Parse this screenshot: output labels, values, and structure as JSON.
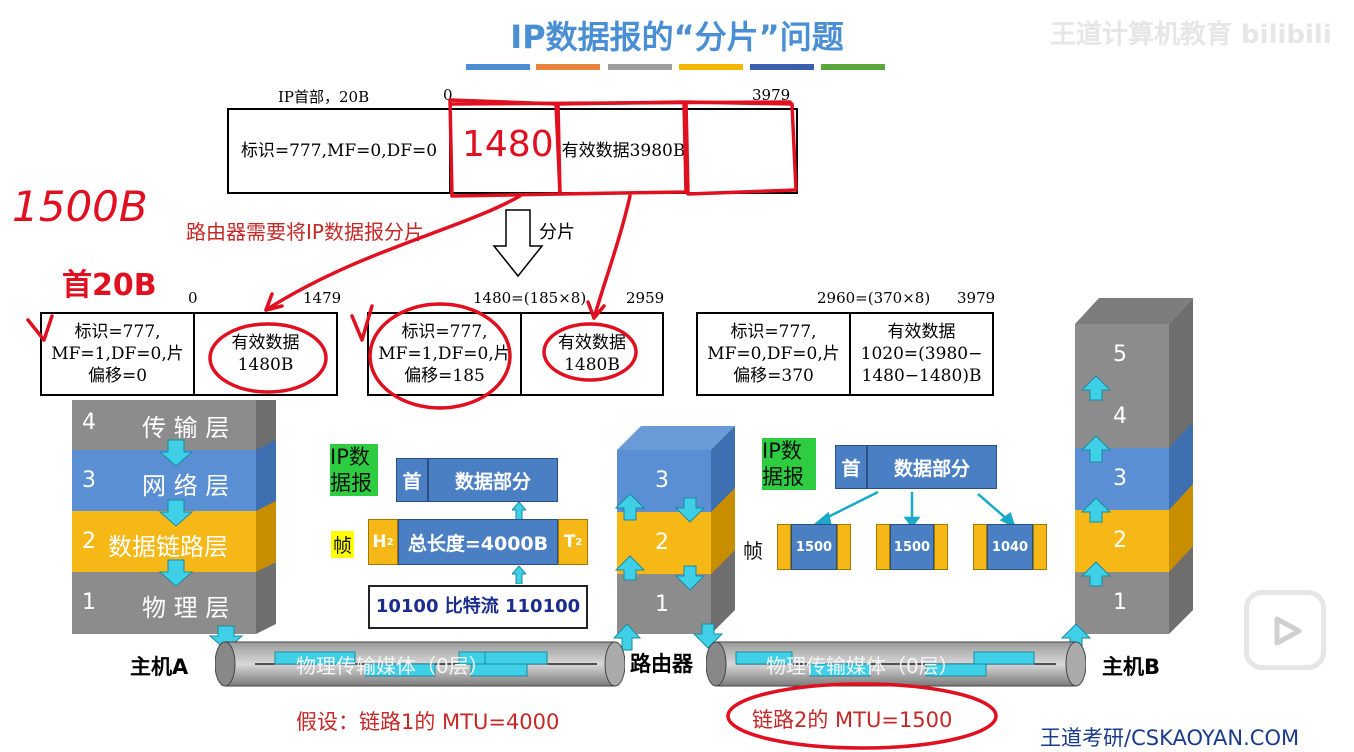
{
  "header": {
    "title": "IP数据报的“分片”问题",
    "watermark": "王道计算机教育 bilibili",
    "bar_colors": [
      "#4a8fd3",
      "#e8833a",
      "#9e9e9e",
      "#f5b800",
      "#3a5faf",
      "#5aa83c"
    ]
  },
  "original": {
    "header_label": "IP首部，20B",
    "offset_start": "0",
    "offset_end": "3979",
    "ident": "标识=777,MF=0,DF=0",
    "payload": "有效数据3980B"
  },
  "router_note": "路由器需要将IP数据报分片",
  "split_label": "分片",
  "fragments": [
    {
      "start": "0",
      "end": "1479",
      "ident": "标识=777,",
      "flags": "MF=1,DF=0,片",
      "offset": "偏移=0",
      "data1": "有效数据",
      "data2": "1480B",
      "data3": ""
    },
    {
      "start": "1480=(185×8)",
      "end": "2959",
      "ident": "标识=777,",
      "flags": "MF=1,DF=0,片",
      "offset": "偏移=185",
      "data1": "有效数据",
      "data2": "1480B",
      "data3": ""
    },
    {
      "start": "2960=(370×8)",
      "end": "3979",
      "ident": "标识=777,",
      "flags": "MF=0,DF=0,片",
      "offset": "偏移=370",
      "data1": "有效数据",
      "data2": "1020=(3980−",
      "data3": "1480−1480)B"
    }
  ],
  "hostA": {
    "label": "主机A",
    "layers": [
      {
        "num": "4",
        "name": "传 输 层"
      },
      {
        "num": "3",
        "name": "网 络 层"
      },
      {
        "num": "2",
        "name": "数据链路层"
      },
      {
        "num": "1",
        "name": "物 理 层"
      }
    ]
  },
  "router": {
    "label": "路由器",
    "layers": [
      "3",
      "2",
      "1"
    ]
  },
  "hostB": {
    "label": "主机B",
    "layers": [
      "5",
      "4",
      "3",
      "2",
      "1"
    ]
  },
  "left_packet": {
    "ip_tag": "IP数据报",
    "head": "首",
    "data": "数据部分",
    "frame_tag": "帧",
    "h2": "H",
    "h2sub": "2",
    "total": "总长度=4000B",
    "t2": "T",
    "t2sub": "2",
    "bits": "10100 比特流 110100"
  },
  "right_packet": {
    "ip_tag": "IP数据报",
    "head": "首",
    "data": "数据部分",
    "frame_tag": "帧",
    "frames": [
      "1500",
      "1500",
      "1040"
    ]
  },
  "links": {
    "medium1": "物理传输媒体（0层）",
    "medium2": "物理传输媒体（0层）",
    "mtu1": "假设：链路1的 MTU=4000",
    "mtu2": "链路2的 MTU=1500"
  },
  "annotations": {
    "a1500": "1500B",
    "head20": "首20B",
    "n1480": "1480"
  },
  "footer": "王道考研/CSKAOYAN.COM"
}
